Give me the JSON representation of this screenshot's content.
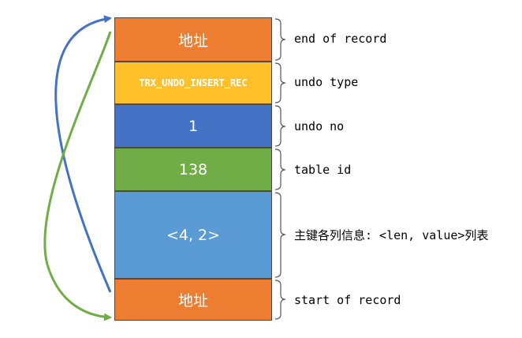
{
  "blocks": [
    {
      "text": "地址",
      "color": "#ED7D31"
    },
    {
      "text": "TRX_UNDO_INSERT_REC",
      "color": "#FFC02A"
    },
    {
      "text": "1",
      "color": "#4472C4"
    },
    {
      "text": "138",
      "color": "#70AD47"
    },
    {
      "text": "<4, 2>",
      "color": "#5B9BD5"
    },
    {
      "text": "地址",
      "color": "#ED7D31"
    }
  ],
  "labels": [
    "end of record",
    "undo type",
    "undo no",
    "table id",
    "主键各列信息: <len, value>列表",
    "start of record"
  ],
  "arrow_colors": {
    "blue": "#4472C4",
    "green": "#70AD47"
  }
}
